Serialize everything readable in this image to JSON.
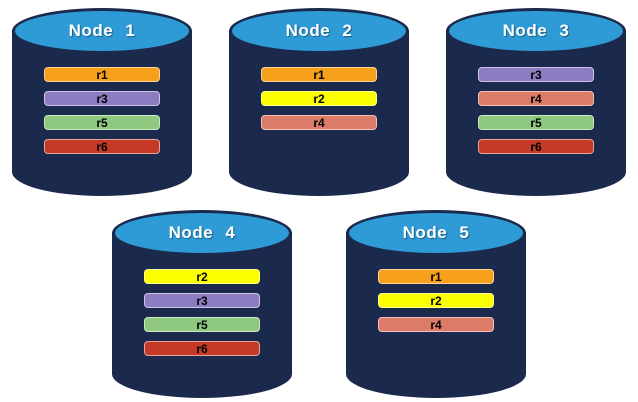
{
  "diagram": {
    "background_color": "#FFFFFF",
    "cylinder": {
      "top_color": "#2E9BD6",
      "body_color": "#1B2A4C"
    },
    "replica_colors": {
      "r1": "#F7A01B",
      "r2": "#FBFF00",
      "r3": "#8E7CC3",
      "r4": "#DB7B68",
      "r5": "#8FC97F",
      "r6": "#C43A26"
    },
    "nodes": [
      {
        "label": "Node 1",
        "replicas": [
          "r1",
          "r3",
          "r5",
          "r6"
        ]
      },
      {
        "label": "Node 2",
        "replicas": [
          "r1",
          "r2",
          "r4"
        ]
      },
      {
        "label": "Node 3",
        "replicas": [
          "r3",
          "r4",
          "r5",
          "r6"
        ]
      },
      {
        "label": "Node 4",
        "replicas": [
          "r2",
          "r3",
          "r5",
          "r6"
        ]
      },
      {
        "label": "Node 5",
        "replicas": [
          "r1",
          "r2",
          "r4"
        ]
      }
    ],
    "rows": [
      [
        0,
        1,
        2
      ],
      [
        3,
        4
      ]
    ]
  }
}
